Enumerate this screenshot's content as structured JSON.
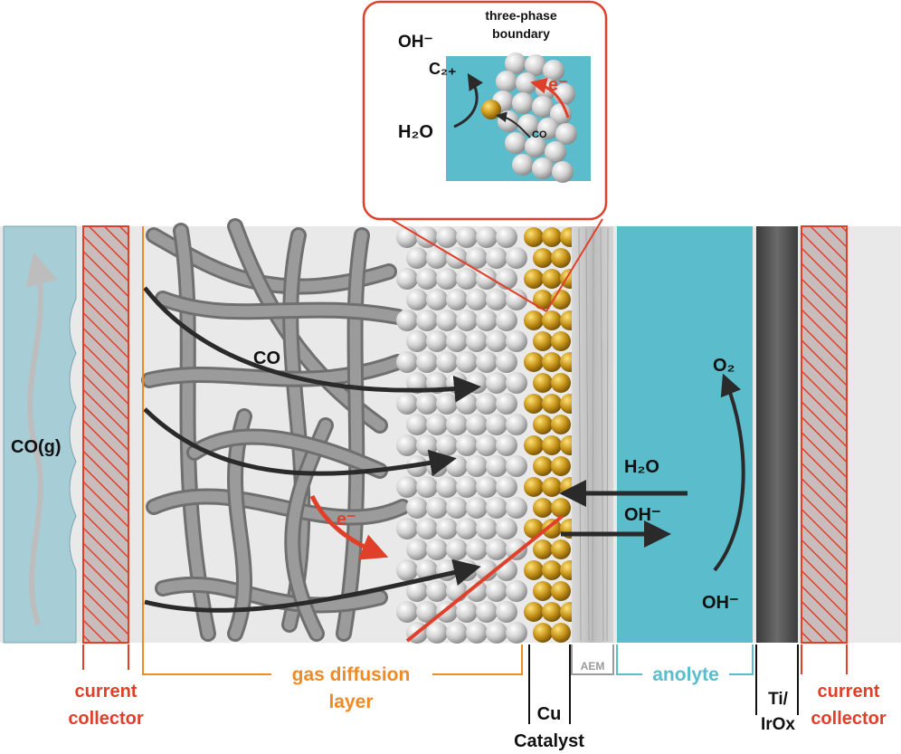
{
  "labels": {
    "co_g": "CO(g)",
    "current_collector_left": [
      "current",
      "collector"
    ],
    "gas_diffusion_layer": [
      "gas diffusion",
      "layer"
    ],
    "cu_catalyst": [
      "Cu",
      "Catalyst"
    ],
    "aem": "AEM",
    "anolyte": "anolyte",
    "ti_irox": [
      "Ti/",
      "IrOx"
    ],
    "current_collector_right": [
      "current",
      "collector"
    ],
    "co": "CO",
    "e_minus": "e⁻",
    "h2o": "H₂O",
    "oh_minus": "OH⁻",
    "o2": "O₂",
    "oh_minus_anode": "OH⁻"
  },
  "inset": {
    "title": [
      "three-phase",
      "boundary"
    ],
    "oh_minus": "OH⁻",
    "c2plus": "C₂₊",
    "h2o": "H₂O",
    "e_minus": "e⁻",
    "co": "CO"
  },
  "colors": {
    "red": "#e0402a",
    "orange": "#f08a24",
    "teal": "#5bbccc",
    "flow_channel": "#a7cdd6",
    "fiber": "#8a8a8a",
    "sphere": "#d2d2d2",
    "copper": "#c8961a",
    "aem": "#c4c4c4",
    "ti": "#4a4a4a"
  }
}
